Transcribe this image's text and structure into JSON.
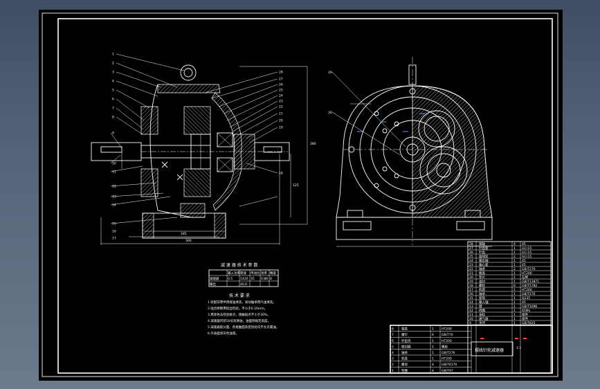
{
  "drawing": {
    "balloons_left": [
      "1",
      "2",
      "3",
      "4",
      "5",
      "6",
      "7",
      "8",
      "9",
      "10",
      "11",
      "12",
      "13",
      "14",
      "15",
      "16",
      "17"
    ],
    "balloons_right": [
      "28",
      "27",
      "26",
      "25",
      "24",
      "23",
      "22",
      "21",
      "20",
      "19",
      "18"
    ],
    "tech_params_title": "减 速 器 技 术 参 数",
    "tech_params_header": [
      "输入功率",
      "转速",
      "传动比",
      "效率",
      "精度"
    ],
    "tech_params_rows": [
      [
        "减速器",
        "0.5",
        "1420",
        "35",
        "0.88",
        "8"
      ],
      [
        "输出",
        "",
        "40.6",
        "",
        "",
        ""
      ]
    ],
    "tech_req_title": "技 术 要 求",
    "tech_req_lines": [
      "1.装配前零件用煤油清洗，滚动轴承用汽油清洗。",
      "2.啮合侧隙用铅丝检验，不小于0.16mm。",
      "3.用涂色法检验斑点，接触斑点不小于30%。",
      "4.减速器内装50号润滑油，油面到规定高度。",
      "5.减速器剖分面、各接触面及密封处均不允许漏油。",
      "6.外表面涂灰色油漆。"
    ],
    "title_block": {
      "drawing_name": "摆线针轮减速器",
      "school": "",
      "scale": "1:1"
    },
    "parts_list": [
      [
        "28",
        "销轴",
        "4",
        "45"
      ],
      [
        "27",
        "针齿套",
        "1",
        "GCr15"
      ],
      [
        "26",
        "针齿",
        "1",
        "GCr15"
      ],
      [
        "25",
        "摆线轮",
        "2",
        "GCr15"
      ],
      [
        "24",
        "输出轴",
        "1",
        "45"
      ],
      [
        "23",
        "偏心套",
        "1",
        "45"
      ],
      [
        "22",
        "轴承",
        "2",
        "GB/T276"
      ],
      [
        "21",
        "端盖",
        "1",
        "HT200"
      ],
      [
        "20",
        "垫片",
        "1",
        "石棉"
      ],
      [
        "19",
        "油封",
        "1",
        "GB/T13871"
      ],
      [
        "18",
        "螺栓",
        "6",
        "GB/T5782"
      ],
      [
        "17",
        "机座",
        "1",
        "HT200"
      ],
      [
        "16",
        "轴承",
        "1",
        "GB/T276"
      ],
      [
        "15",
        "套筒",
        "1",
        "Q235"
      ],
      [
        "14",
        "输入轴",
        "1",
        "45"
      ],
      [
        "13",
        "键",
        "1",
        "GB/T1096"
      ],
      [
        "12",
        "挡圈",
        "1",
        "65Mn"
      ],
      [
        "11",
        "油标",
        "1",
        "组件"
      ],
      [
        "10",
        "通气器",
        "1",
        "组件"
      ],
      [
        "9",
        "吊环",
        "1",
        "GB/T825"
      ]
    ],
    "parts_list_lower": [
      [
        "8",
        "端盖",
        "1",
        "HT200"
      ],
      [
        "7",
        "螺钉",
        "6",
        "GB/T70"
      ],
      [
        "6",
        "针齿壳",
        "1",
        "HT200"
      ],
      [
        "5",
        "密封圈",
        "1",
        "橡胶"
      ],
      [
        "4",
        "轴承",
        "1",
        "GB/T276"
      ],
      [
        "3",
        "机盖",
        "1",
        "HT200"
      ],
      [
        "2",
        "螺母",
        "4",
        "GB/T6170"
      ],
      [
        "1",
        "垫圈",
        "4",
        "GB/T97"
      ]
    ]
  }
}
